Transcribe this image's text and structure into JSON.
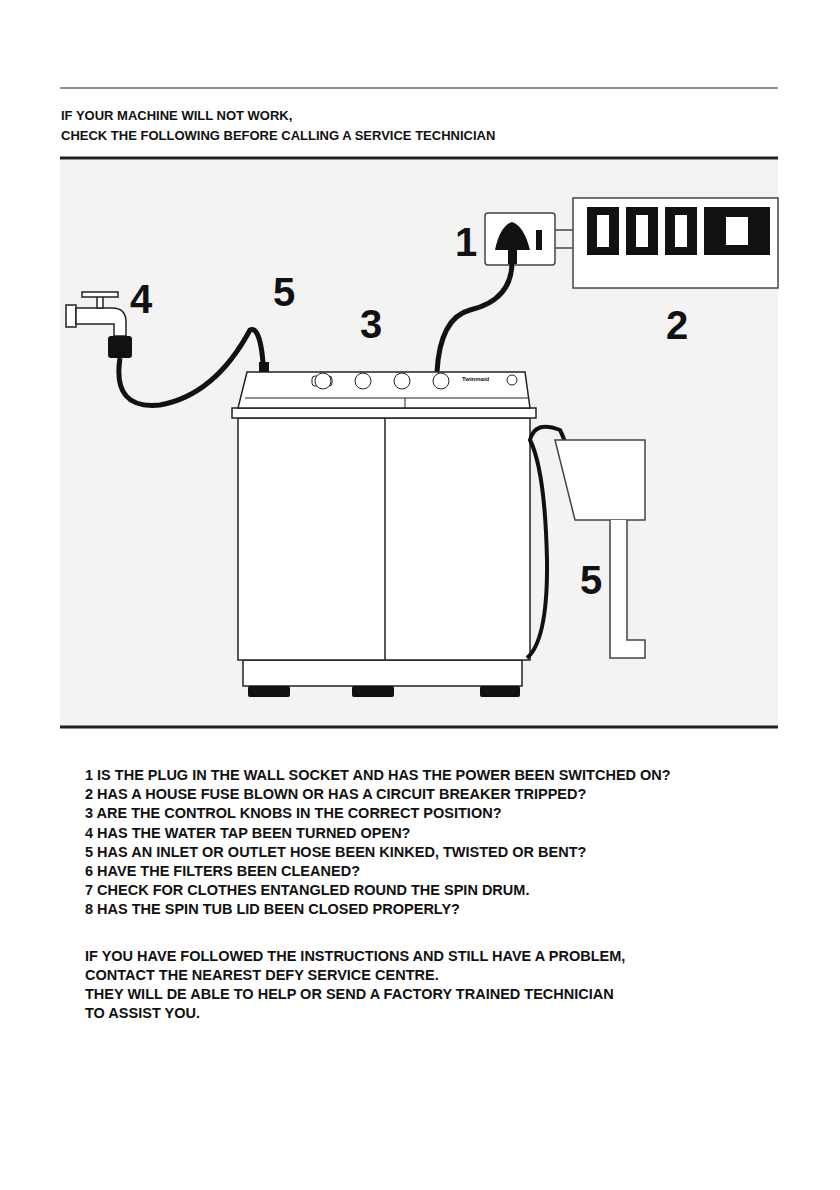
{
  "diagram": {
    "title": "IF YOUR MACHINE WILL NOT WORK,",
    "labels": [
      "CHECK THE FOLLOWING BEFORE CALLING A SERVICE TECHNICIAN",
      "1",
      "2",
      "3",
      "4",
      "5",
      "5",
      "Twinmaid",
      "1 IS THE PLUG IN THE WALL SOCKET AND HAS THE POWER BEEN SWITCHED ON?",
      "2 HAS A HOUSE FUSE BLOWN OR HAS A CIRCUIT BREAKER TRIPPED?",
      "3 ARE THE CONTROL KNOBS IN THE CORRECT POSITION?",
      "4 HAS THE WATER TAP BEEN TURNED OPEN?",
      "5 HAS AN INLET OR OUTLET HOSE BEEN KINKED, TWISTED OR BENT?",
      "6 HAVE THE FILTERS BEEN CLEANED?",
      "7 CHECK FOR CLOTHES ENTANGLED ROUND THE SPIN DRUM.",
      "8 HAS THE SPIN TUB LID BEEN CLOSED PROPERLY?",
      "IF YOU HAVE FOLLOWED THE INSTRUCTIONS AND STILL HAVE A PROBLEM,",
      "CONTACT THE NEAREST DEFY SERVICE CENTRE.",
      "THEY WILL DE ABLE TO HELP OR SEND A FACTORY TRAINED TECHNICIAN",
      "TO ASSIST  YOU."
    ]
  }
}
